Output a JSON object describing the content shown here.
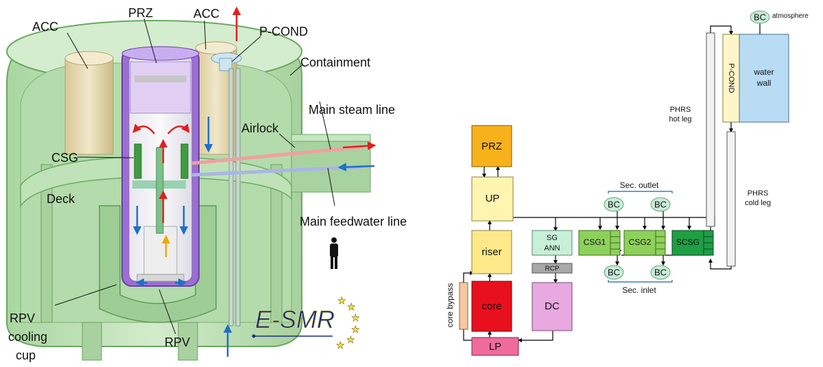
{
  "left": {
    "labels": {
      "acc_left": "ACC",
      "prz": "PRZ",
      "acc_right": "ACC",
      "p_cond": "P-COND",
      "containment": "Containment",
      "main_steam_line": "Main steam line",
      "airlock": "Airlock",
      "csg": "CSG",
      "deck": "Deck",
      "main_feedwater_line": "Main feedwater line",
      "rpv_cooling_cup_1": "RPV",
      "rpv_cooling_cup_2": "cooling",
      "rpv_cooling_cup_3": "cup",
      "rpv": "RPV"
    },
    "logo": {
      "text": "E-SMR"
    },
    "icons": [
      "human-figure-icon",
      "eu-stars-icon"
    ],
    "colors": {
      "containment": "#c5e6bf",
      "vessel_purple": "#9b6fd0",
      "flow_hot": "#e02020",
      "flow_cold": "#1f6fc8",
      "flow_core": "#f0a800",
      "tank": "#e8dcb6"
    }
  },
  "right": {
    "blocks": {
      "prz": "PRZ",
      "up": "UP",
      "riser": "riser",
      "core": "core",
      "lp": "LP",
      "core_bypass": "core bypass",
      "sg_ann_1": "SG",
      "sg_ann_2": "ANN",
      "rcp": "RCP",
      "dc": "DC",
      "csg1": "CSG1",
      "csg2": "CSG2",
      "scsg": "SCSG",
      "p_cond": "P-COND",
      "water_wall_1": "water",
      "water_wall_2": "wall"
    },
    "bc_label": "BC",
    "labels": {
      "sec_outlet": "Sec. outlet",
      "sec_inlet": "Sec. inlet",
      "phrs_hot_1": "PHRS",
      "phrs_hot_2": "hot leg",
      "phrs_cold_1": "PHRS",
      "phrs_cold_2": "cold leg",
      "atmosphere": "atmosphere"
    },
    "colors": {
      "prz": "#f7b21b",
      "up": "#fff4b0",
      "riser": "#fde98a",
      "core": "#e8101e",
      "lp": "#ef6b9a",
      "core_bypass": "#f8c8a0",
      "sg_ann": "#c8efd8",
      "rcp": "#a8a8a8",
      "dc": "#e8a8e0",
      "csg1": "#8ed15a",
      "csg2": "#8ed15a",
      "scsg": "#1e9e45",
      "bc": "#c8ecd8",
      "p_cond": "#fff5c8",
      "water_wall": "#b8dcf4"
    }
  }
}
